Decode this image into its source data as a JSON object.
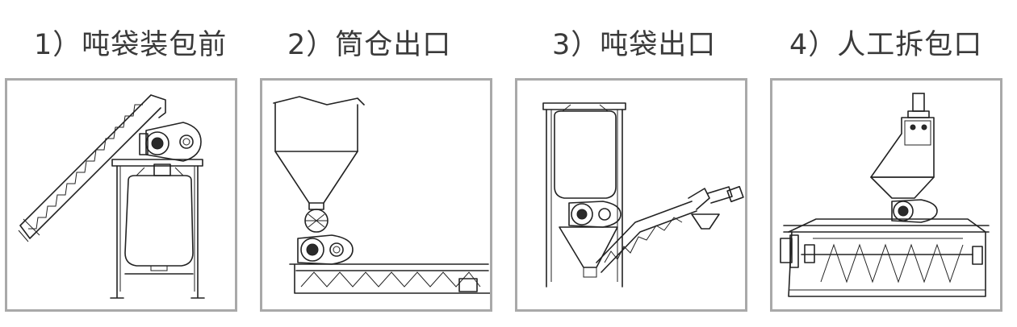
{
  "panels": [
    {
      "title": "1）吨袋装包前"
    },
    {
      "title": "2）筒仓出口"
    },
    {
      "title": "3）吨袋出口"
    },
    {
      "title": "4）人工拆包口"
    }
  ],
  "colors": {
    "frame_border": "#a9a9a9",
    "line": "#222222",
    "title": "#3a3a3a"
  }
}
